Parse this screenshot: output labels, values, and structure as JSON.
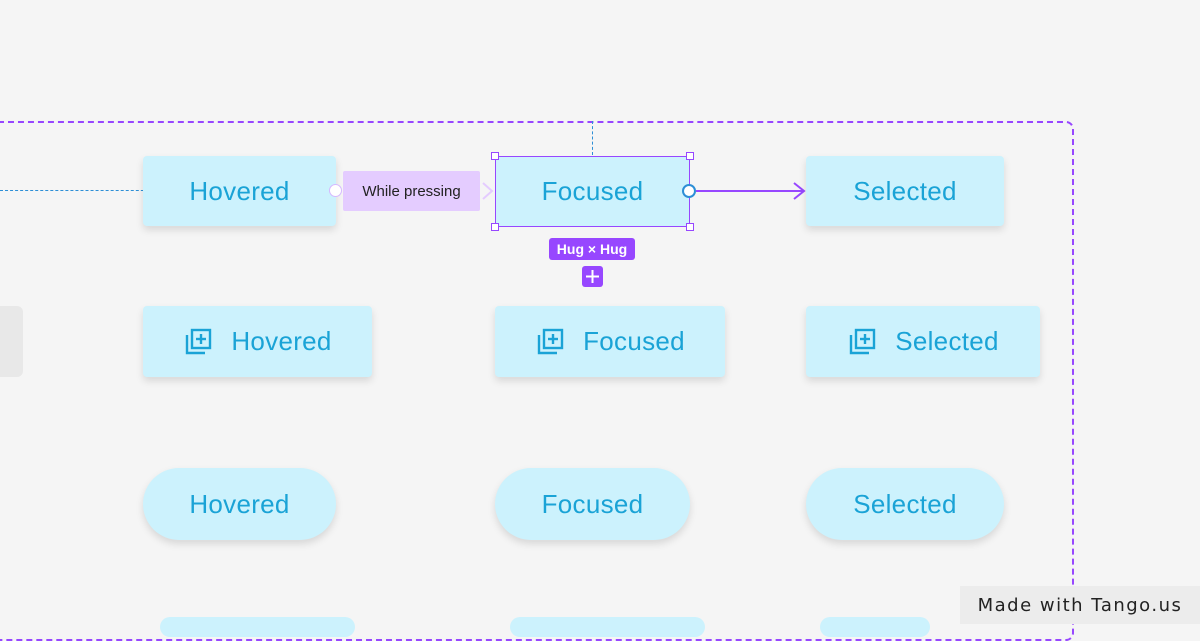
{
  "canvas": {
    "accent_color": "#9747ff",
    "guide_color": "#2d8fd6",
    "button_fill": "#ccf2fd",
    "button_text_color": "#1aa3d6"
  },
  "prototype": {
    "trigger_label": "While pressing",
    "size_badge": "Hug × Hug"
  },
  "rows": {
    "text_buttons": [
      "Hovered",
      "Focused",
      "Selected"
    ],
    "icon_buttons": [
      "Hovered",
      "Focused",
      "Selected"
    ],
    "pill_buttons": [
      "Hovered",
      "Focused",
      "Selected"
    ]
  },
  "icons": {
    "button_icon": "add-to-library-icon",
    "add_icon": "plus-icon"
  },
  "watermark": "Made with Tango.us"
}
